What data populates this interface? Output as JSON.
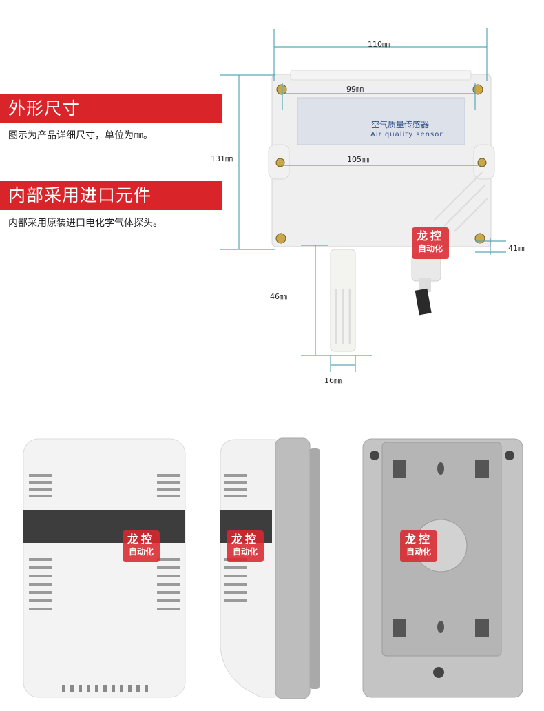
{
  "sections": [
    {
      "title": "外形尺寸",
      "description": "图示为产品详细尺寸，单位为㎜。"
    },
    {
      "title": "内部采用进口元件",
      "description": "内部采用原装进口电化学气体探头。"
    }
  ],
  "product": {
    "name_cn": "空气质量传感器",
    "name_en": "Air quality sensor"
  },
  "dimensions": {
    "width_outer": "110㎜",
    "width_top_holes": "99㎜",
    "width_mid_holes": "105㎜",
    "height": "131㎜",
    "probe_length": "46㎜",
    "probe_width": "16㎜",
    "depth": "41㎜"
  },
  "watermark": {
    "line1": "龙控",
    "line2": "自动化"
  },
  "colors": {
    "accent": "#d92429",
    "dim_line": "#5aa7b4",
    "housing": "#ededed",
    "back_gray": "#c2c2c2"
  }
}
